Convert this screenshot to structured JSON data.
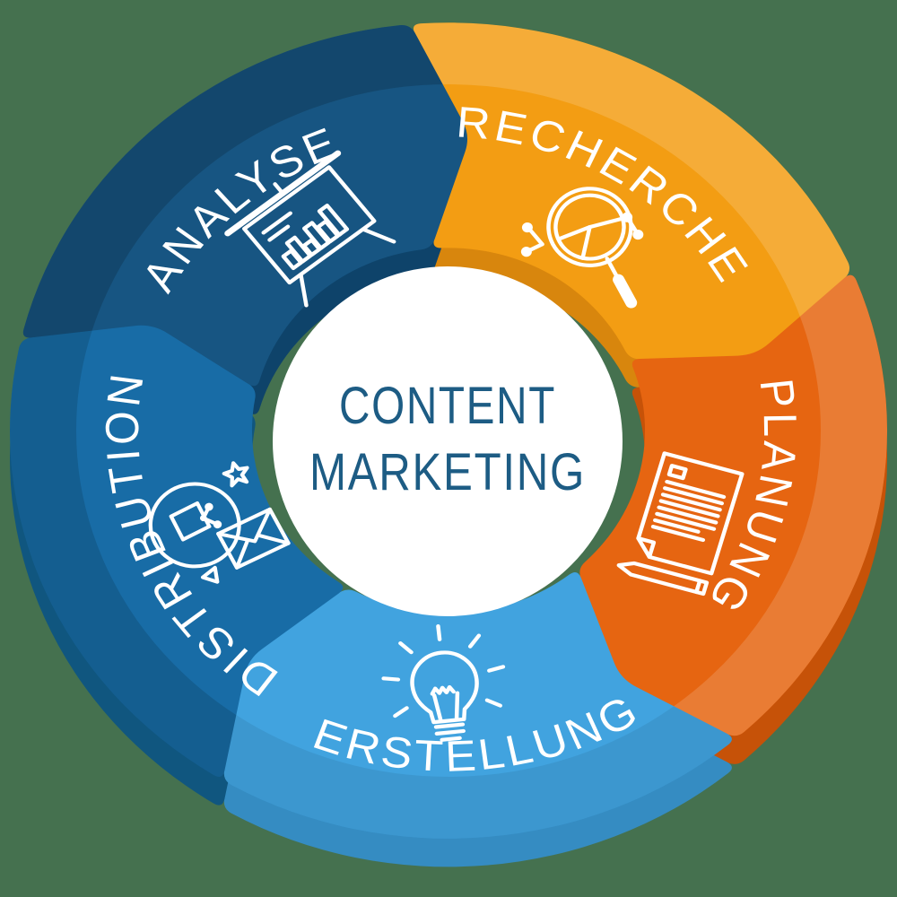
{
  "background_color": "#45714f",
  "center": {
    "title_line1": "CONTENT",
    "title_line2": "MARKETING",
    "text_color": "#1d5c84",
    "circle_color": "#ffffff"
  },
  "label_text_color": "#ffffff",
  "segments": [
    {
      "id": "recherche",
      "label": "RECHERCHE",
      "color": "#f39d13",
      "depth_color": "#d8860d",
      "rim_color": "rgba(255,255,255,0.16)",
      "icon": "magnifier-analytics-icon"
    },
    {
      "id": "planung",
      "label": "PLANUNG",
      "color": "#e66511",
      "depth_color": "#c65208",
      "rim_color": "rgba(255,255,255,0.15)",
      "icon": "document-pen-icon"
    },
    {
      "id": "erstellung",
      "label": "ERSTELLUNG",
      "color": "#41a3df",
      "depth_color": "#358cc2",
      "rim_color": "rgba(0,0,0,0.07)",
      "icon": "lightbulb-icon"
    },
    {
      "id": "distribution",
      "label": "DISTRIBUTION",
      "color": "#186ca6",
      "depth_color": "#10567f",
      "rim_color": "rgba(0,0,0,0.13)",
      "icon": "share-envelope-icon"
    },
    {
      "id": "analyse",
      "label": "ANALYSE",
      "color": "#175582",
      "depth_color": "#0e436a",
      "rim_color": "rgba(0,0,0,0.16)",
      "icon": "presentation-chart-icon"
    }
  ]
}
